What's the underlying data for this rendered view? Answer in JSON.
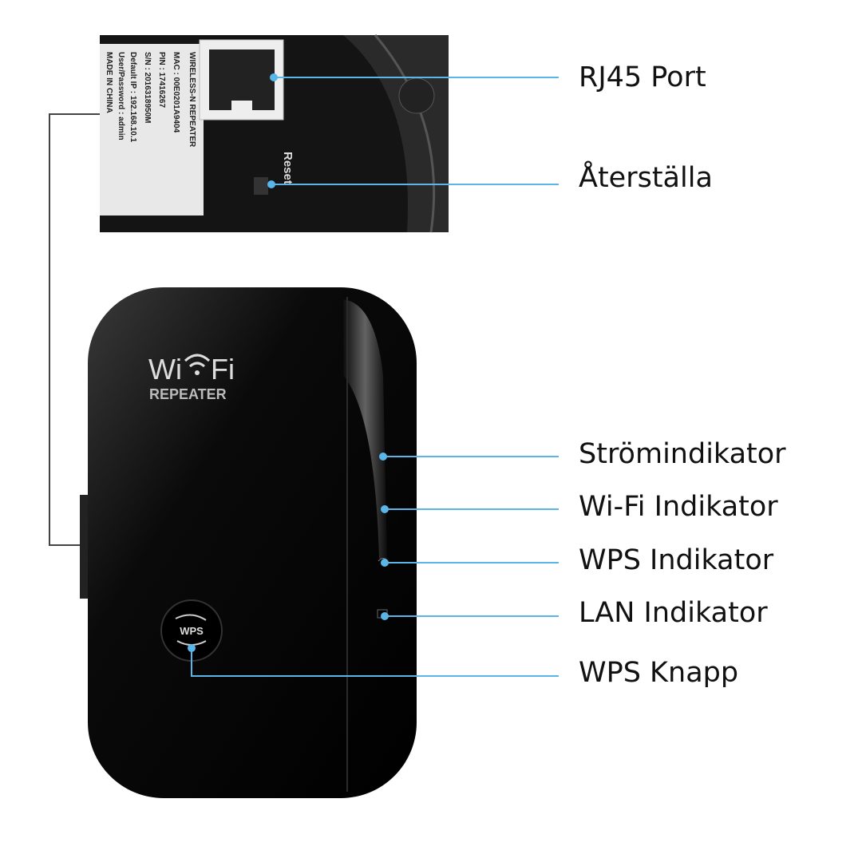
{
  "callouts": [
    {
      "label": "RJ45 Port"
    },
    {
      "label": "Återställa"
    },
    {
      "label": "Strömindikator"
    },
    {
      "label": "Wi-Fi Indikator"
    },
    {
      "label": "WPS Indikator"
    },
    {
      "label": "LAN Indikator"
    },
    {
      "label": "WPS Knapp"
    }
  ],
  "device": {
    "logo_wi": "Wi",
    "logo_fi": "Fi",
    "logo_sub": "REPEATER",
    "wps_button_label": "WPS",
    "reset_label": "Reset",
    "sticker": {
      "title": "WIRELESS-N REPEATER",
      "mac": "MAC : 00E0201A9404",
      "pin": "PIN : 17416267",
      "sn": "S/N : 2016318950M",
      "ip": "Default IP : 192.168.10.1",
      "user": "User/Password : admin",
      "origin": "MADE IN CHINA"
    }
  },
  "colors": {
    "leader": "#5ab6e8",
    "body": "#050505",
    "connector": "#444444"
  }
}
